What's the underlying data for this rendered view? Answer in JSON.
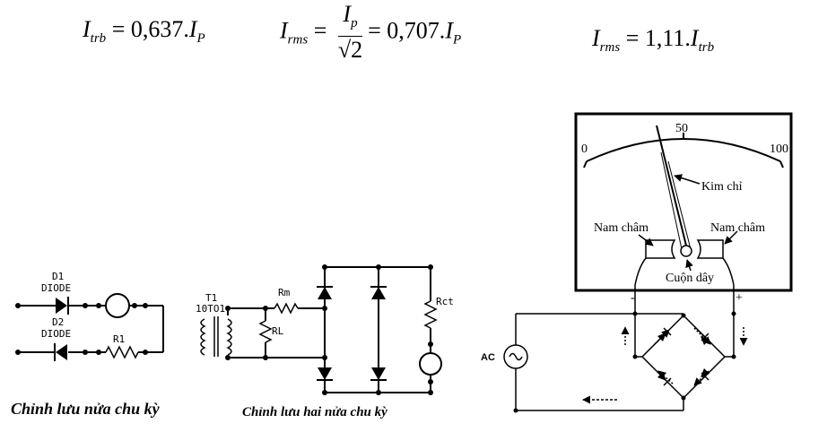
{
  "formulas": {
    "f1": {
      "lhs": "I",
      "lhs_sub": "trb",
      "eq": "= 0,637.",
      "rhs": "I",
      "rhs_sub": "P"
    },
    "f2": {
      "lhs": "I",
      "lhs_sub": "rms",
      "num": "I",
      "num_sub": "p",
      "den": "√2",
      "eq2": "= 0,707.",
      "rhs": "I",
      "rhs_sub": "P"
    },
    "f3": {
      "lhs": "I",
      "lhs_sub": "rms",
      "eq": "= 1,11.",
      "rhs": "I",
      "rhs_sub": "trb"
    }
  },
  "half_wave": {
    "d1_ref": "D1",
    "d1_type": "DIODE",
    "d2_ref": "D2",
    "d2_type": "DIODE",
    "r1": "R1",
    "caption": "Chỉnh lưu nửa chu kỳ"
  },
  "full_wave": {
    "t1": "T1",
    "t1_ratio": "10TO1",
    "rm": "Rm",
    "rl": "RL",
    "rct": "Rct",
    "caption": "Chỉnh lưu hai nửa chu kỳ"
  },
  "meter": {
    "scale_0": "0",
    "scale_50": "50",
    "scale_100": "100",
    "needle_label": "Kim chỉ",
    "magnet_left": "Nam châm",
    "magnet_right": "Nam châm",
    "coil": "Cuộn dây",
    "minus": "-",
    "plus": "+",
    "ac": "AC"
  }
}
